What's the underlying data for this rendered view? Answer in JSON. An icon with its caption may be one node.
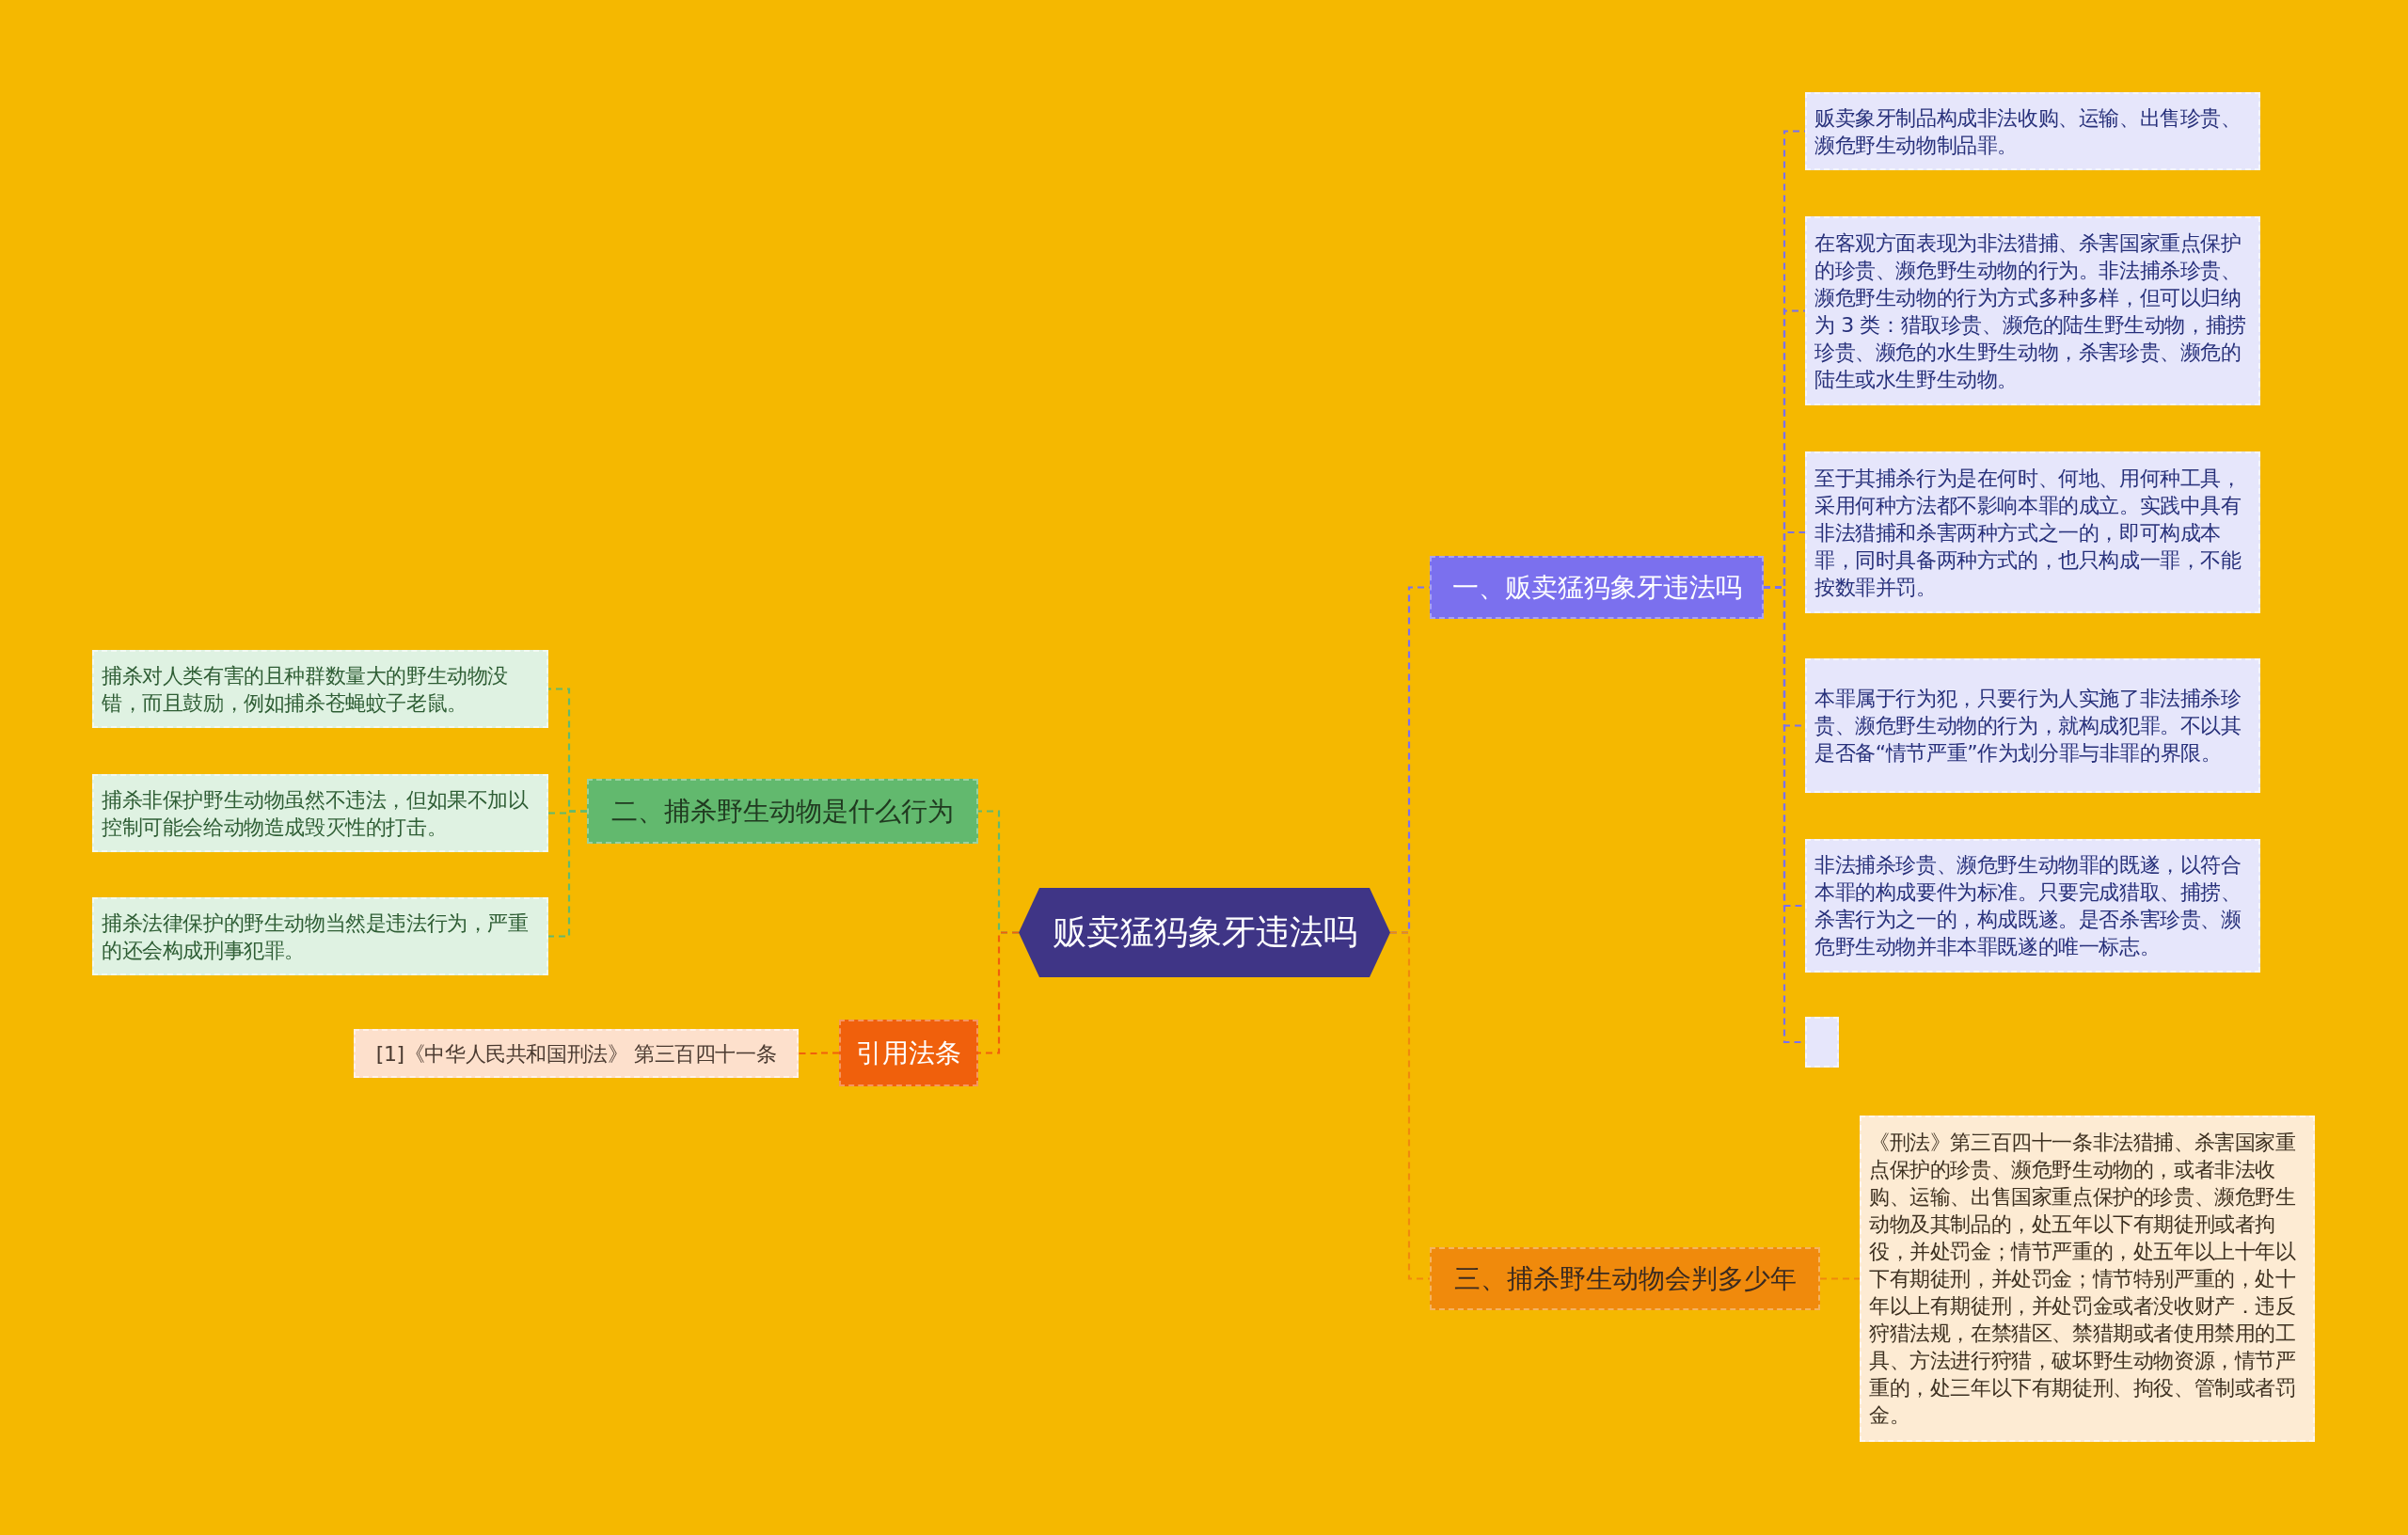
{
  "diagram": {
    "nodes": [
      {
        "text": [
          "贩卖猛犸象牙违法吗"
        ]
      },
      {
        "text": [
          "一、贩卖猛犸象牙违法吗"
        ]
      },
      {
        "text": [
          "贩卖象牙制品构成非法收购、运输、出售珍贵、濒危野生动物制品罪。"
        ]
      },
      {
        "text": [
          "在客观方面表现为非法猎捕、杀害国家重点保护的珍贵、濒危野生动物的行为。非法捕杀珍贵、濒危野生动物的行为方式多种多样，但可以归纳为 3 类：猎取珍贵、濒危的陆生野生动物，捕捞珍贵、濒危的水生野生动物，杀害珍贵、濒危的陆生或水生野生动物。"
        ]
      },
      {
        "text": [
          "至于其捕杀行为是在何时、何地、用何种工具，采用何种方法都不影响本罪的成立。实践中具有非法猎捕和杀害两种方式之一的，即可构成本罪，同时具备两种方式的，也只构成一罪，不能按数罪并罚。"
        ]
      },
      {
        "text": [
          "本罪属于行为犯，只要行为人实施了非法捕杀珍贵、濒危野生动物的行为，就构成犯罪。不以其是否备“情节严重”作为划分罪与非罪的界限。"
        ]
      },
      {
        "text": [
          "非法捕杀珍贵、濒危野生动物罪的既遂，以符合本罪的构成要件为标准。只要完成猎取、捕捞、杀害行为之一的，构成既遂。是否杀害珍贵、濒危野生动物并非本罪既遂的唯一标志。"
        ]
      },
      {
        "text": [],
        "shape": "box"
      },
      {
        "text": [
          "三、捕杀野生动物会判多少年"
        ]
      },
      {
        "text": [
          "《刑法》第三百四十一条非法猎捕、杀害国家重点保护的珍贵、濒危野生动物的，或者非法收购、运输、出售国家重点保护的珍贵、濒危野生动物及其制品的，处五年以下有期徒刑或者拘役，并处罚金；情节严重的，处五年以上十年以下有期徒刑，并处罚金；情节特别严重的，处十年以上有期徒刑，并处罚金或者没收财产．违反狩猎法规，在禁猎区、禁猎期或者使用禁用的工具、方法进行狩猎，破坏野生动物资源，情节严重的，处三年以下有期徒刑、拘役、管制或者罚金。"
        ]
      },
      {
        "text": [
          "二、捕杀野生动物是什么行为"
        ]
      },
      {
        "text": [
          "捕杀对人类有害的且种群数量大的野生动物没错，而且鼓励，例如捕杀苍蝇蚊子老鼠。"
        ]
      },
      {
        "text": [
          "捕杀非保护野生动物虽然不违法，但如果不加以控制可能会给动物造成毁灭性的打击。"
        ]
      },
      {
        "text": [
          "捕杀法律保护的野生动物当然是违法行为，严重的还会构成刑事犯罪。"
        ]
      },
      {
        "text": [
          "引用法条"
        ]
      },
      {
        "text": [
          "[1]《中华人民共和国刑法》 第三百四十一条"
        ]
      }
    ],
    "edges": [
      {
        "from": 0,
        "to": 1,
        "arrow": "none",
        "style": "dashed",
        "color": "#7b70ee"
      },
      {
        "from": 1,
        "to": 2,
        "arrow": "none",
        "style": "dashed",
        "color": "#7b70ee"
      },
      {
        "from": 1,
        "to": 3,
        "arrow": "none",
        "style": "dashed",
        "color": "#7b70ee"
      },
      {
        "from": 1,
        "to": 4,
        "arrow": "none",
        "style": "dashed",
        "color": "#7b70ee"
      },
      {
        "from": 1,
        "to": 5,
        "arrow": "none",
        "style": "dashed",
        "color": "#7b70ee"
      },
      {
        "from": 1,
        "to": 6,
        "arrow": "none",
        "style": "dashed",
        "color": "#7b70ee"
      },
      {
        "from": 1,
        "to": 7,
        "arrow": "none",
        "style": "dashed",
        "color": "#7b70ee"
      },
      {
        "from": 0,
        "to": 8,
        "arrow": "none",
        "style": "dashed",
        "color": "#f08a0c"
      },
      {
        "from": 8,
        "to": 9,
        "arrow": "none",
        "style": "dashed",
        "color": "#f08a0c"
      },
      {
        "from": 0,
        "to": 10,
        "arrow": "none",
        "style": "dashed",
        "color": "#62b96e"
      },
      {
        "from": 10,
        "to": 11,
        "arrow": "none",
        "style": "dashed",
        "color": "#62b96e"
      },
      {
        "from": 10,
        "to": 12,
        "arrow": "none",
        "style": "dashed",
        "color": "#62b96e"
      },
      {
        "from": 10,
        "to": 13,
        "arrow": "none",
        "style": "dashed",
        "color": "#62b96e"
      },
      {
        "from": 0,
        "to": 14,
        "arrow": "none",
        "style": "dashed",
        "color": "#f0600c"
      },
      {
        "from": 14,
        "to": 15,
        "arrow": "none",
        "style": "dashed",
        "color": "#f0600c"
      }
    ]
  }
}
